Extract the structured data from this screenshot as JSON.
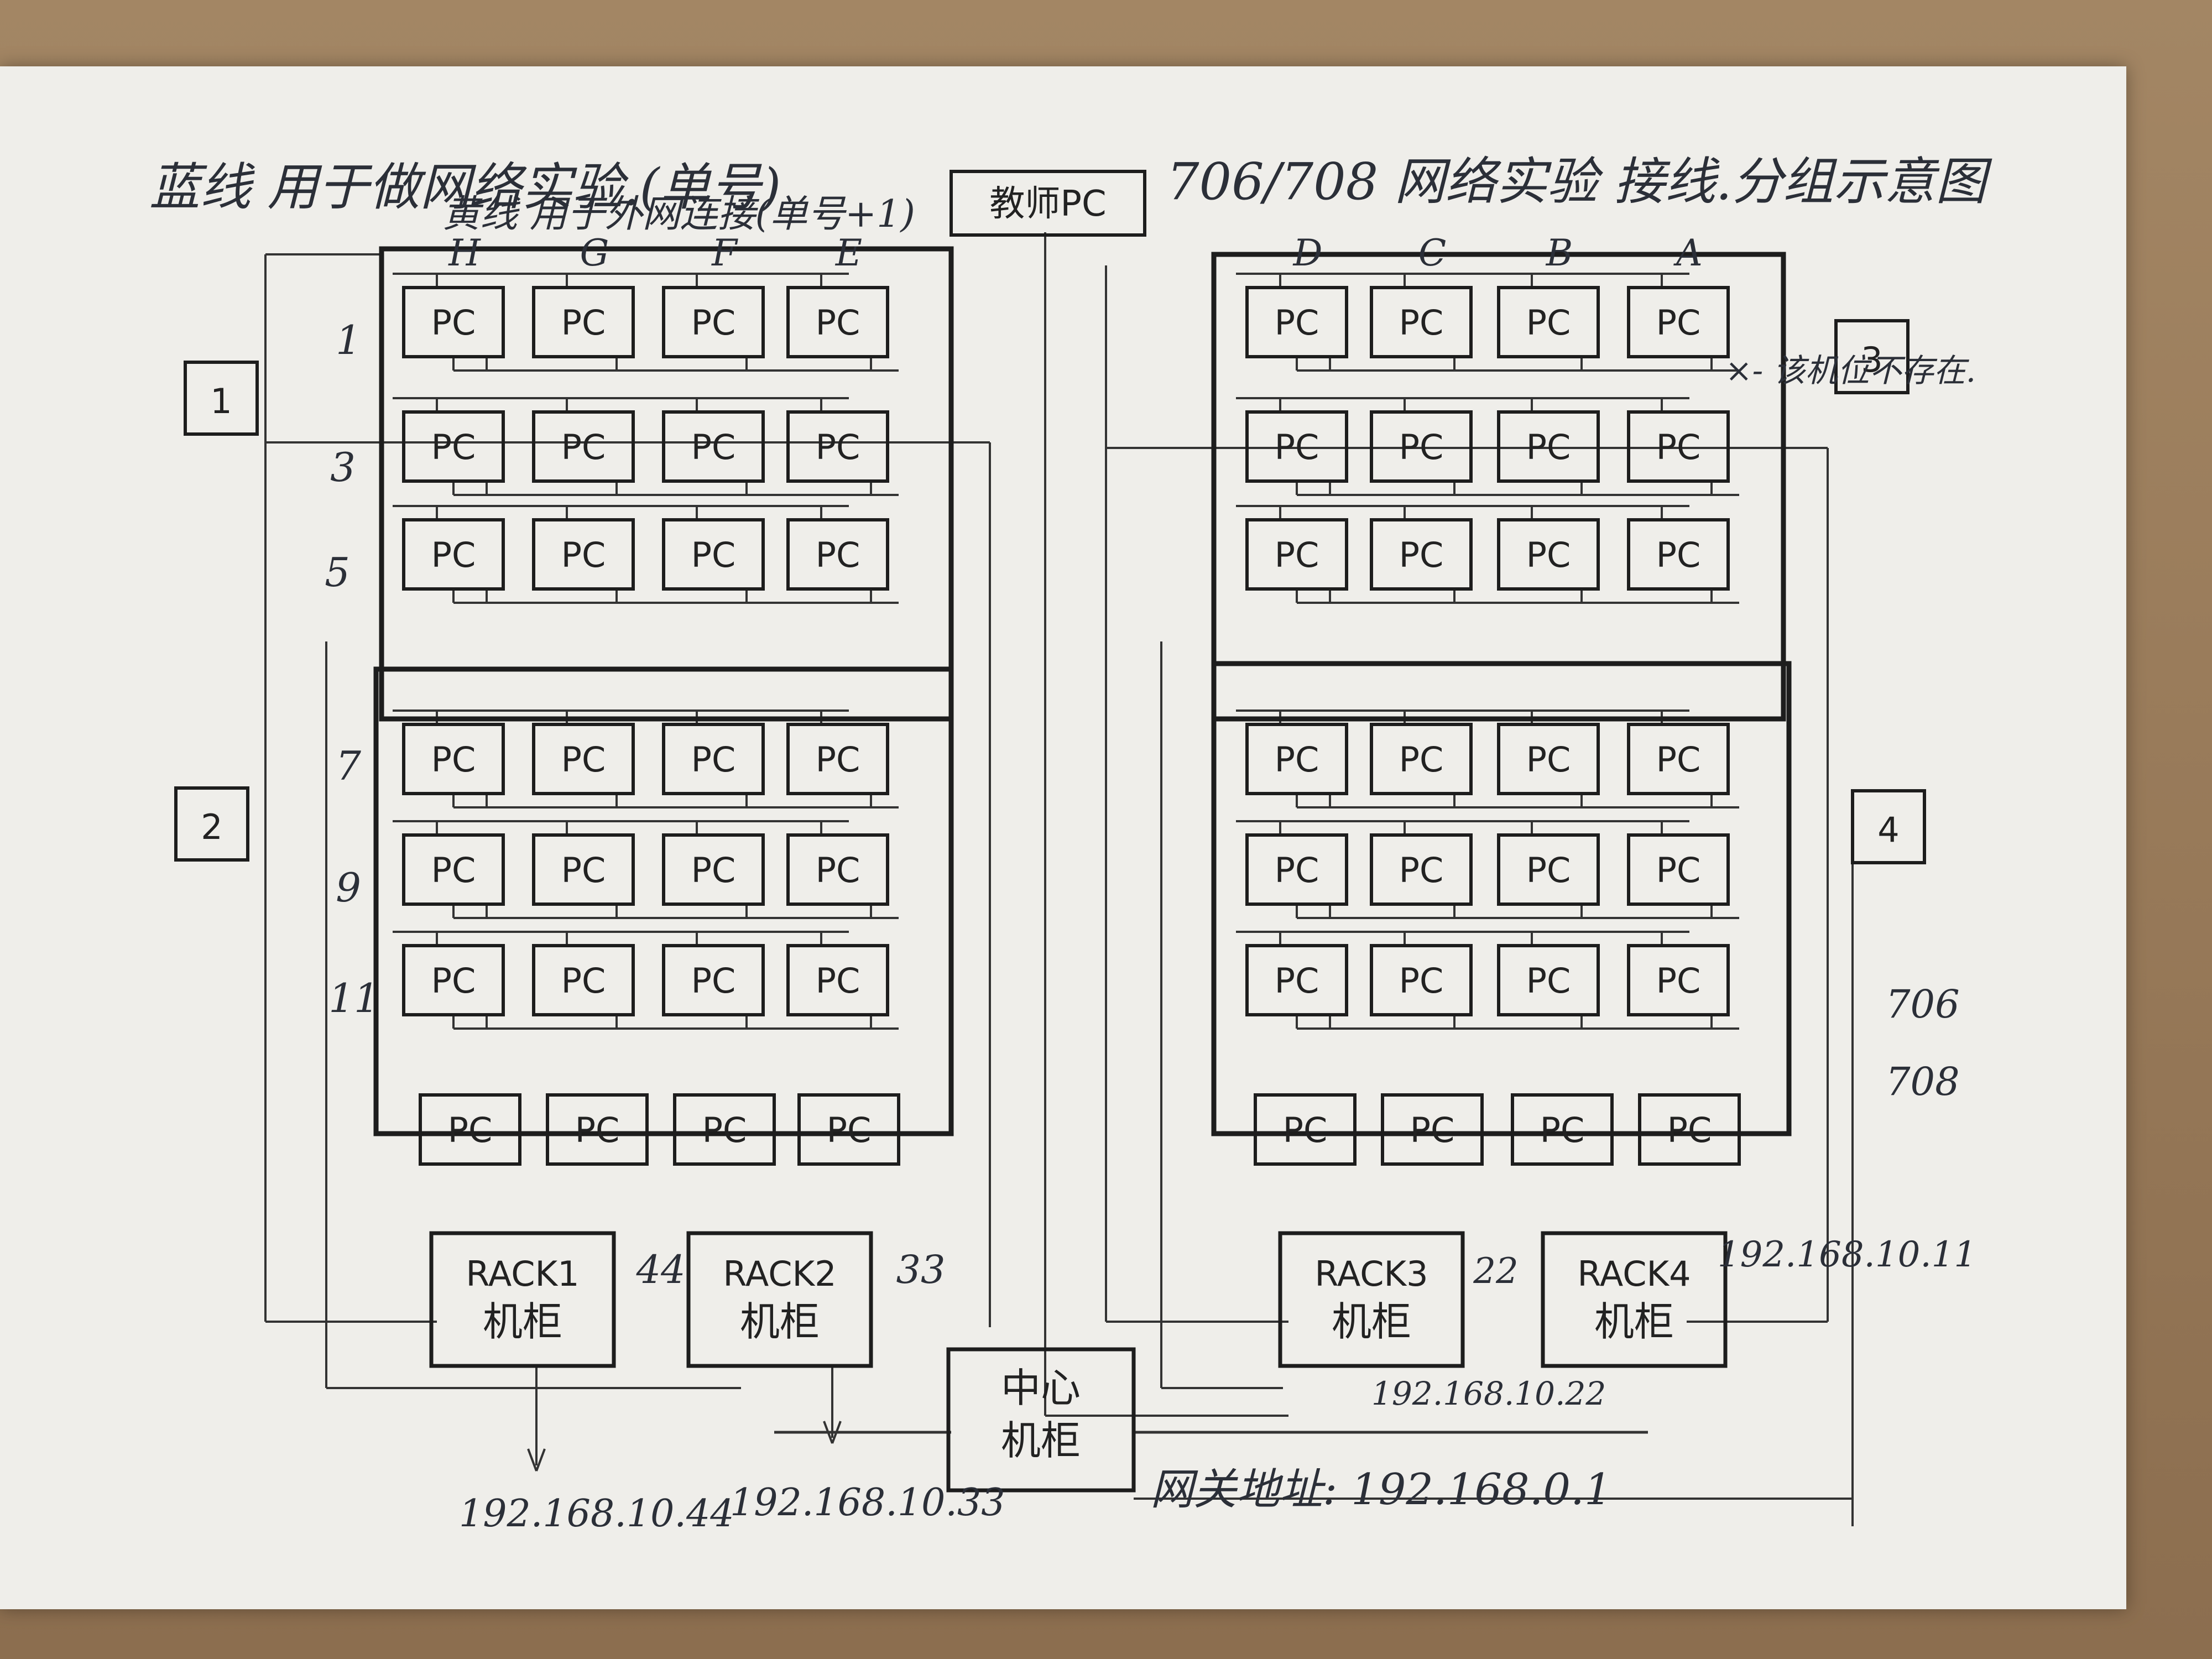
{
  "notes": {
    "blue_line": "蓝线 用于做网络实验.(单号)",
    "yellow_line": "黄线 用于外网连接(单号+1)",
    "title": "706/708 网络实验 接线.分组示意图",
    "missing_note": "×- 该机位不存在."
  },
  "teacher_pc": "教师PC",
  "pc_label": "PC",
  "groups": [
    "1",
    "2",
    "3",
    "4"
  ],
  "row_numbers": [
    "1",
    "3",
    "5",
    "7",
    "9",
    "11"
  ],
  "column_letters_left": [
    "H",
    "G",
    "F",
    "E"
  ],
  "column_letters_right": [
    "D",
    "C",
    "B",
    "A"
  ],
  "racks": [
    {
      "line1": "RACK1",
      "line2": "机柜",
      "tag": "44"
    },
    {
      "line1": "RACK2",
      "line2": "机柜",
      "tag": "33"
    },
    {
      "line1": "RACK3",
      "line2": "机柜",
      "tag": "22"
    },
    {
      "line1": "RACK4",
      "line2": "机柜",
      "tag": "192.168.10.11"
    }
  ],
  "center_cabinet": {
    "line1": "中心",
    "line2": "机柜"
  },
  "ip_labels": {
    "rack1": "192.168.10.44",
    "rack2": "192.168.10.33",
    "rack3": "192.168.10.22",
    "gateway": "网关地址: 192.168.0.1"
  },
  "room_numbers": [
    "706",
    "708"
  ],
  "colors": {
    "paper": "#efeeea",
    "ink": "#222222",
    "pen": "#2b2f38"
  }
}
